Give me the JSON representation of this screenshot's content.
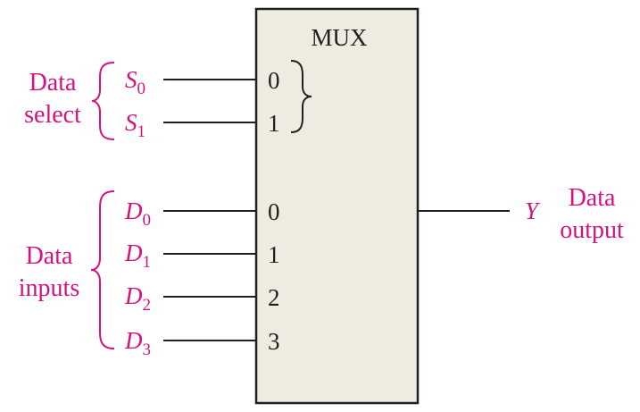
{
  "mux": {
    "title": "MUX",
    "box_fill": "#eeebe0",
    "box_stroke": "#231f20"
  },
  "select": {
    "group_label": [
      "Data",
      "select"
    ],
    "signals": [
      {
        "letter": "S",
        "sub": "0",
        "pin": "0"
      },
      {
        "letter": "S",
        "sub": "1",
        "pin": "1"
      }
    ]
  },
  "inputs": {
    "group_label": [
      "Data",
      "inputs"
    ],
    "signals": [
      {
        "letter": "D",
        "sub": "0",
        "pin": "0"
      },
      {
        "letter": "D",
        "sub": "1",
        "pin": "1"
      },
      {
        "letter": "D",
        "sub": "2",
        "pin": "2"
      },
      {
        "letter": "D",
        "sub": "3",
        "pin": "3"
      }
    ]
  },
  "output": {
    "signal": "Y",
    "group_label": [
      "Data",
      "output"
    ]
  },
  "colors": {
    "accent": "#d4127f",
    "ink": "#231f20"
  }
}
